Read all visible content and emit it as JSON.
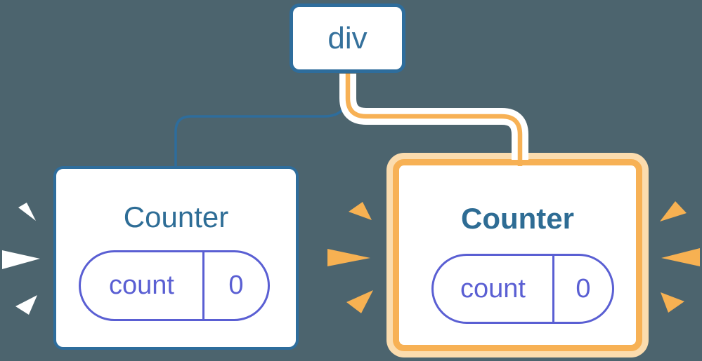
{
  "diagram": {
    "description": "React component tree: a div parent with two Counter children; the second Counter is highlighted with orange glow and sparks (state updated).",
    "tree": {
      "root": {
        "label": "div"
      },
      "children": [
        {
          "label": "Counter",
          "highlighted": false,
          "state": {
            "key": "count",
            "value": "0"
          }
        },
        {
          "label": "Counter",
          "highlighted": true,
          "state": {
            "key": "count",
            "value": "0"
          }
        }
      ]
    },
    "colors": {
      "background": "#4C646E",
      "node_border_blue": "#2E6D9C",
      "node_text_blue": "#2E6D96",
      "state_purple": "#5A5FD3",
      "highlight_orange": "#F7B155",
      "highlight_peach": "#FBDCAE",
      "edge_blue": "#2E6D9C",
      "edge_orange": "#F7B155",
      "edge_casing": "#FFFFFF",
      "spark_white": "#FFFFFF",
      "spark_orange": "#F7B152"
    }
  }
}
